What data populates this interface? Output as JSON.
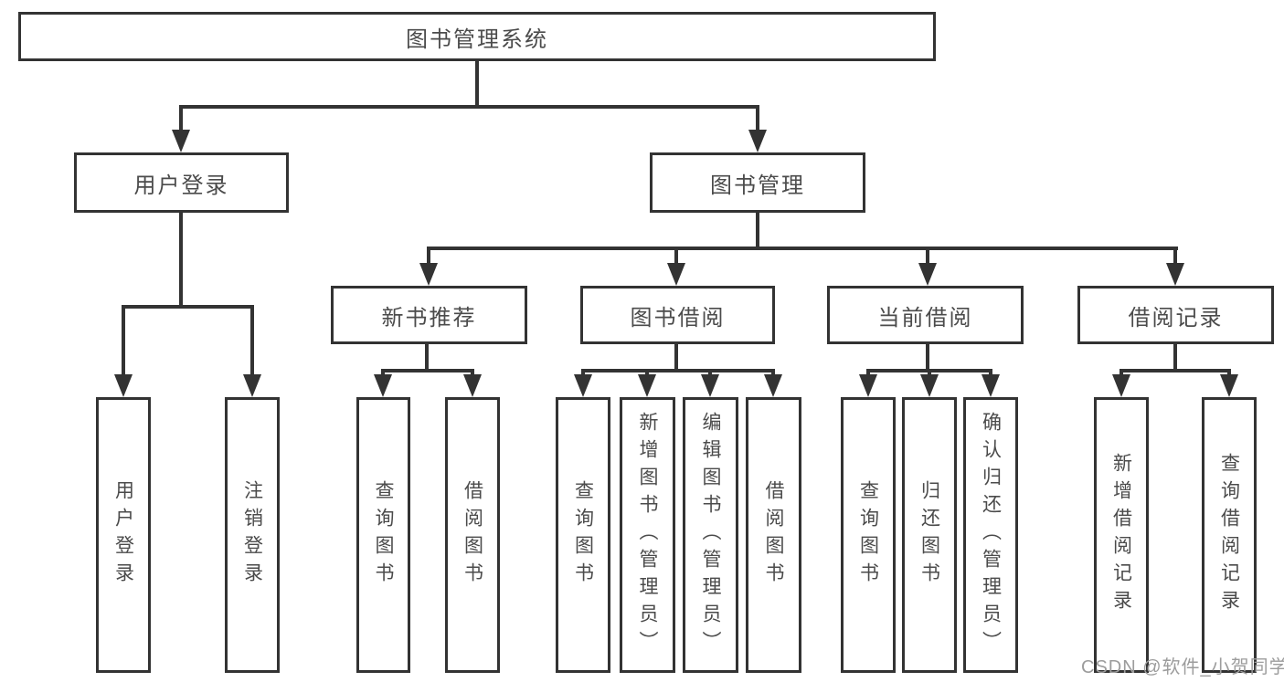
{
  "diagram": {
    "root": {
      "label": "图书管理系统"
    },
    "branches": [
      {
        "label": "用户登录",
        "children": [
          {
            "label": "用户登录"
          },
          {
            "label": "注销登录"
          }
        ]
      },
      {
        "label": "图书管理",
        "children": [
          {
            "label": "新书推荐",
            "children": [
              {
                "label": "查询图书"
              },
              {
                "label": "借阅图书"
              }
            ]
          },
          {
            "label": "图书借阅",
            "children": [
              {
                "label": "查询图书"
              },
              {
                "label": "新增图书（管理员）"
              },
              {
                "label": "编辑图书（管理员）"
              },
              {
                "label": "借阅图书"
              }
            ]
          },
          {
            "label": "当前借阅",
            "children": [
              {
                "label": "查询图书"
              },
              {
                "label": "归还图书"
              },
              {
                "label": "确认归还（管理员）"
              }
            ]
          },
          {
            "label": "借阅记录",
            "children": [
              {
                "label": "新增借阅记录"
              },
              {
                "label": "查询借阅记录"
              }
            ]
          }
        ]
      }
    ]
  },
  "watermark": {
    "text": "CSDN @软件_小贺同学"
  },
  "colors": {
    "line": "#333333",
    "text": "#4b4b4b",
    "watermark": "#9c9c9c",
    "background": "#ffffff"
  }
}
